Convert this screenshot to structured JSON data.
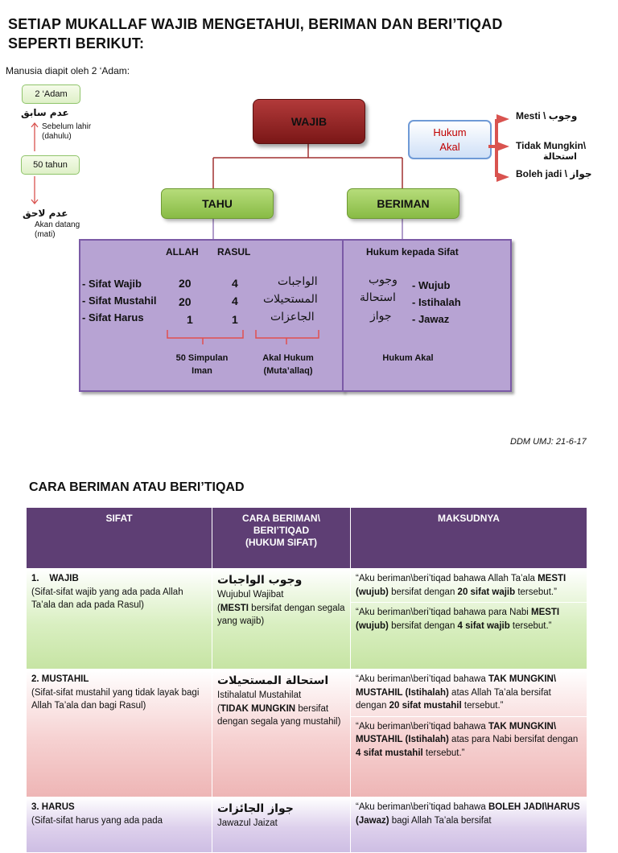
{
  "header": {
    "title_line1": "SETIAP MUKALLAF WAJIB MENGETAHUI, BERIMAN DAN BERI’TIQAD",
    "title_line2": "SEPERTI BERIKUT:"
  },
  "adam": {
    "intro": "Manusia diapit oleh 2 ‘Adam:",
    "box_top": "2 ‘Adam",
    "adam_sabiq": "عدم سابق",
    "before_1": "Sebelum lahir",
    "before_2": "(dahulu)",
    "box_mid": "50 tahun",
    "adam_lahiq": "عدم لاحق",
    "after_1": "Akan datang",
    "after_2": "(mati)"
  },
  "diagram": {
    "wajib": "WAJIB",
    "tahu": "TAHU",
    "beriman": "BERIMAN",
    "hukum_akal_1": "Hukum",
    "hukum_akal_2": "Akal",
    "mesti": "Mesti \\ وجوب",
    "tidak_mungkin_1": "Tidak Mungkin\\",
    "tidak_mungkin_2": "استحالة",
    "boleh_jadi": "Boleh jadi \\ جواز"
  },
  "left_panel": {
    "col_allah": "ALLAH",
    "col_rasul": "RASUL",
    "rows": [
      {
        "label": "- Sifat Wajib",
        "allah": "20",
        "rasul": "4",
        "arabic": "الواجبات"
      },
      {
        "label": "- Sifat Mustahil",
        "allah": "20",
        "rasul": "4",
        "arabic": "المستحيلات"
      },
      {
        "label": "- Sifat Harus",
        "allah": "1",
        "rasul": "1",
        "arabic": "الجاعزات"
      }
    ],
    "simpulan_1": "50 Simpulan",
    "simpulan_2": "Iman",
    "akal_hukum_1": "Akal Hukum",
    "akal_hukum_2": "(Muta’allaq)"
  },
  "right_panel": {
    "title": "Hukum kepada Sifat",
    "rows": [
      {
        "arabic": "وجوب",
        "label": "- Wujub"
      },
      {
        "arabic": "استحالة",
        "label": "- Istihalah"
      },
      {
        "arabic": "جواز",
        "label": "- Jawaz"
      }
    ],
    "footer": "Hukum Akal"
  },
  "ddm": "DDM UMJ: 21-6-17",
  "section2": {
    "title": "CARA BERIMAN ATAU BERI’TIQAD",
    "headers": [
      "SIFAT",
      "CARA BERIMAN\\\nBERI’TIQAD\n(HUKUM SIFAT)",
      "MAKSUDNYA"
    ],
    "wajib": {
      "name": "1.    WAJIB",
      "desc": "(Sifat-sifat wajib yang ada pada Allah Ta’ala dan ada pada Rasul)",
      "arabic": "وجوب الواجبات",
      "latin": "Wujubul Wajibat",
      "bold": "MESTI",
      "rest": " bersifat dengan segala yang wajib)",
      "m1_a": "“Aku beriman\\beri’tiqad bahawa Allah Ta’ala ",
      "m1_b": "MESTI (wujub)",
      "m1_c": " bersifat dengan ",
      "m1_d": "20 sifat wajib",
      "m1_e": " tersebut.”",
      "m2_a": "“Aku beriman\\beri’tiqad bahawa para Nabi ",
      "m2_b": "MESTI (wujub)",
      "m2_c": " bersifat dengan ",
      "m2_d": "4 sifat wajib",
      "m2_e": " tersebut.”"
    },
    "mustahil": {
      "name": "2. MUSTAHIL",
      "desc": "(Sifat-sifat mustahil yang tidak layak bagi Allah Ta’ala dan bagi Rasul)",
      "arabic": "استحالة المستحيلات",
      "latin": "Istihalatul Mustahilat",
      "bold": "TIDAK MUNGKIN",
      "rest": " bersifat dengan segala yang mustahil)",
      "m1_a": "“Aku beriman\\beri’tiqad bahawa ",
      "m1_b": "TAK MUNGKIN\\ MUSTAHIL (Istihalah)",
      "m1_c": " atas Allah Ta’ala bersifat dengan ",
      "m1_d": "20 sifat mustahil",
      "m1_e": " tersebut.”",
      "m2_a": "“Aku beriman\\beri’tiqad bahawa ",
      "m2_b": "TAK MUNGKIN\\ MUSTAHIL (Istihalah)",
      "m2_c": " atas para Nabi bersifat dengan ",
      "m2_d": "4 sifat mustahil",
      "m2_e": " tersebut.”"
    },
    "harus": {
      "name": "3. HARUS",
      "desc": "(Sifat-sifat harus yang ada pada",
      "arabic": "جواز الجائزات",
      "latin": "Jawazul Jaizat",
      "m1_a": "“Aku beriman\\beri’tiqad bahawa ",
      "m1_b": "BOLEH JADI\\HARUS (Jawaz)",
      "m1_c": " bagi Allah Ta’ala bersifat"
    }
  },
  "colors": {
    "wajib_red": "#8b1d1d",
    "green_box": "#9ccc5c",
    "purple_panel": "#b7a3d3",
    "table_header": "#5e3e74",
    "hukum_red": "#c00000"
  }
}
